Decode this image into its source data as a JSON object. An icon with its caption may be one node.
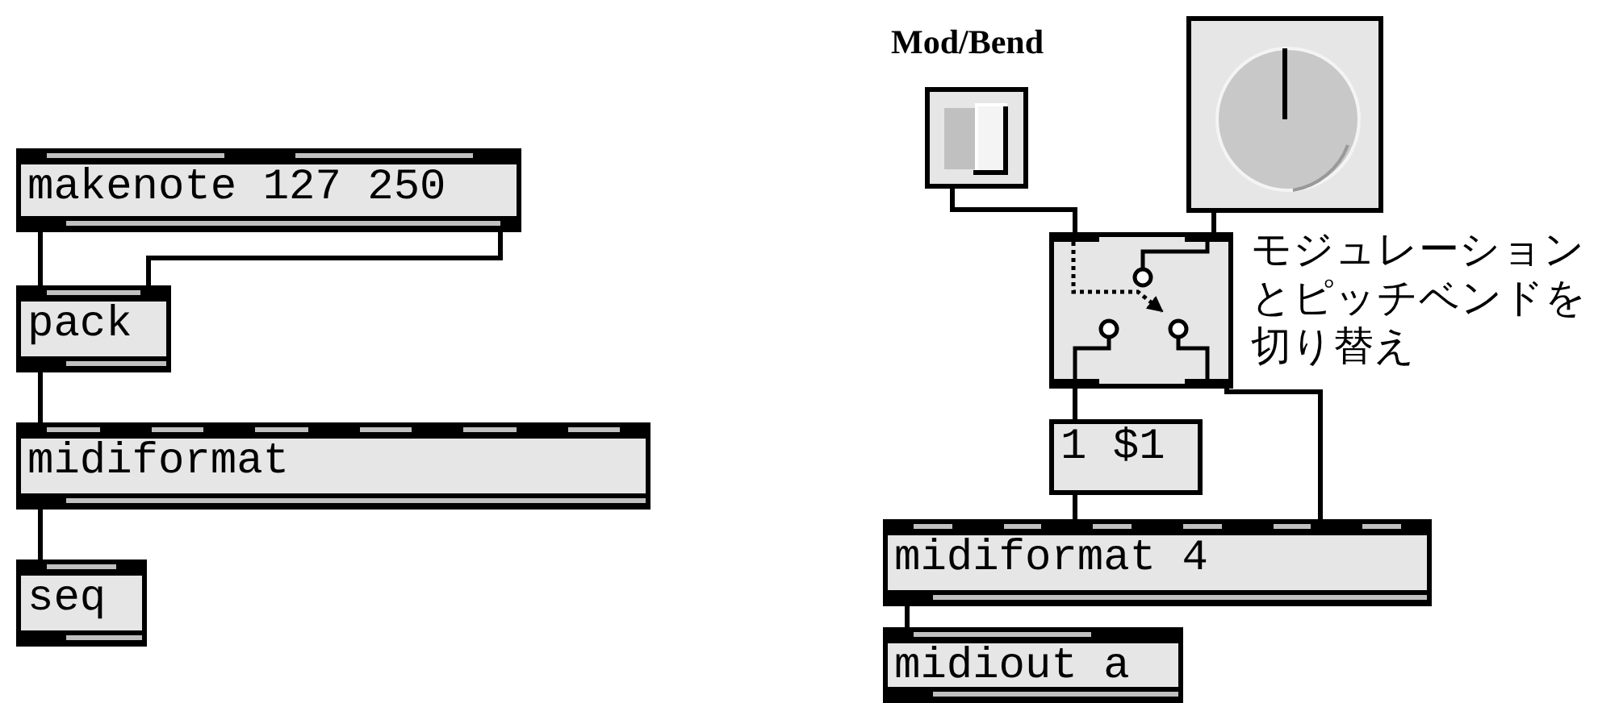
{
  "diagram": {
    "nodes": [
      {
        "text": [
          "makenote 127 250"
        ]
      },
      {
        "text": [
          "pack"
        ]
      },
      {
        "text": [
          "midiformat"
        ]
      },
      {
        "text": [
          "seq"
        ]
      },
      {
        "text": [
          "Mod/Bend"
        ]
      },
      {
        "text": [],
        "shape": "box"
      },
      {
        "text": [],
        "shape": "box",
        "beside": [
          "モジュレーションとピッチベンドを切り替え"
        ]
      },
      {
        "text": [
          "1 $1"
        ]
      },
      {
        "text": [
          "midiformat 4"
        ]
      },
      {
        "text": [
          "midiout a"
        ]
      }
    ],
    "edges": [
      {
        "from": 0,
        "to": 1,
        "arrow": "none"
      },
      {
        "from": 0,
        "to": 1,
        "arrow": "none"
      },
      {
        "from": 1,
        "to": 2,
        "arrow": "none"
      },
      {
        "from": 2,
        "to": 3,
        "arrow": "none"
      },
      {
        "from": 4,
        "to": 6,
        "arrow": "none"
      },
      {
        "from": 5,
        "to": 6,
        "arrow": "none"
      },
      {
        "from": 6,
        "to": 7,
        "arrow": "none"
      },
      {
        "from": 6,
        "to": 8,
        "arrow": "none"
      },
      {
        "from": 7,
        "to": 8,
        "arrow": "none"
      },
      {
        "from": 8,
        "to": 9,
        "arrow": "none"
      }
    ]
  }
}
